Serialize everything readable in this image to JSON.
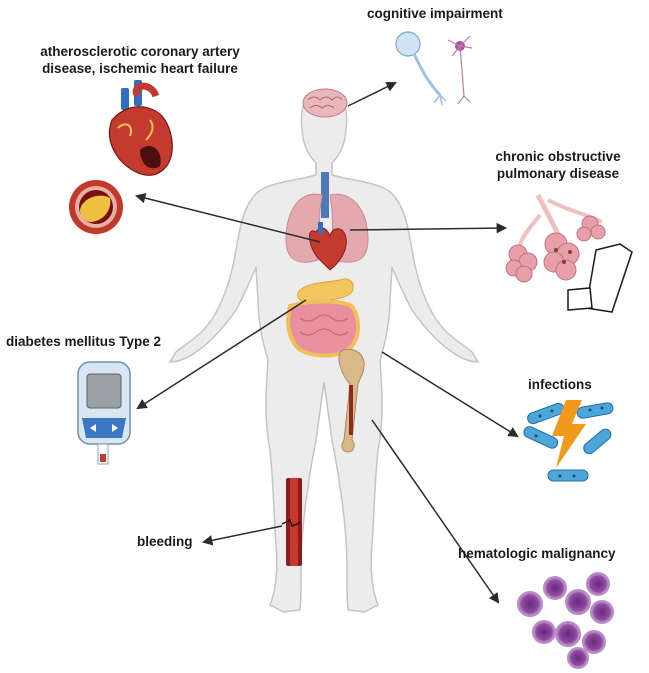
{
  "labels": {
    "cognitive": "cognitive impairment",
    "heart_l1": "atherosclerotic coronary artery",
    "heart_l2": "disease, ischemic heart failure",
    "copd_l1": "chronic obstructive",
    "copd_l2": "pulmonary disease",
    "diabetes": "diabetes mellitus Type 2",
    "infections": "infections",
    "bleeding": "bleeding",
    "hematologic": "hematologic malignancy"
  },
  "colors": {
    "body": "#ececec",
    "body_outline": "#c4c4c4",
    "arrow": "#2b2b2b",
    "heart": "#c23b2e",
    "lung": "#e3a9ae",
    "gut": "#f0c15a",
    "bone": "#d9b98a",
    "vessel": "#8b1c1c",
    "bacteria": "#4da6d9",
    "lightning": "#f29a1d",
    "malignant_cell": "#7b3a8c"
  },
  "icons": [
    "brain-icon",
    "neuron-icon",
    "heart-icon",
    "artery-plaque-icon",
    "lungs-icon",
    "alveoli-icon",
    "inhaler-icon",
    "glucometer-icon",
    "bacteria-icon",
    "lightning-icon",
    "blood-vessel-icon",
    "cancer-cells-icon",
    "bone-icon"
  ]
}
